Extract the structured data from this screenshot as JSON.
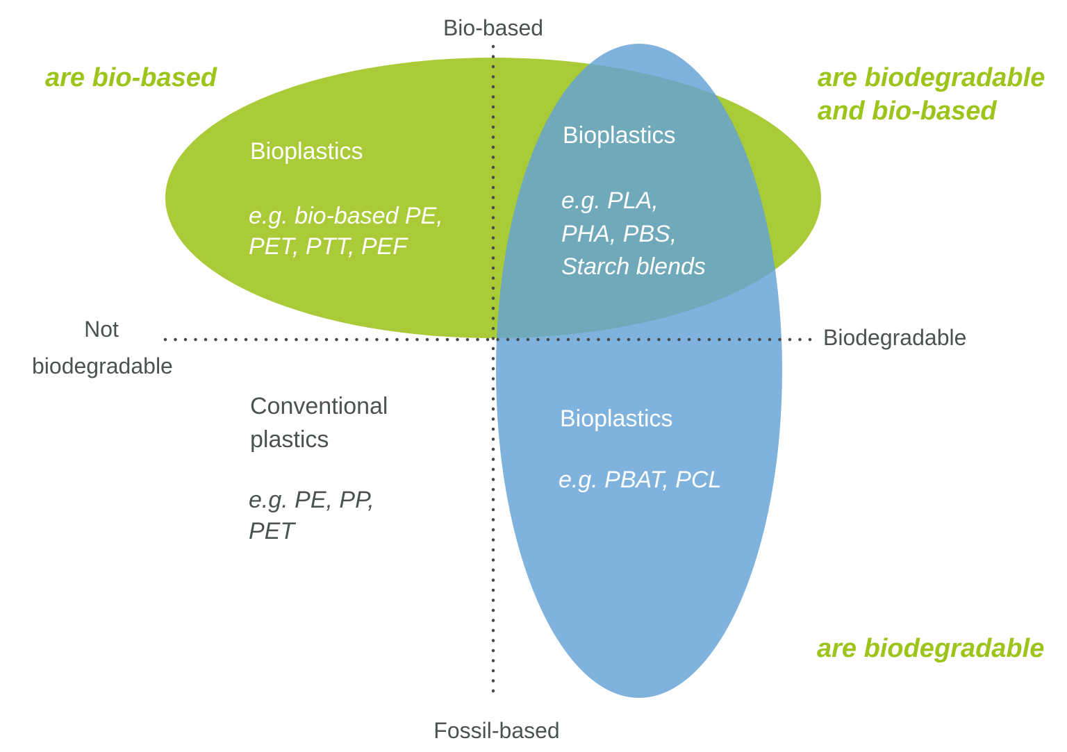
{
  "axis": {
    "top": "Bio-based",
    "bottom": "Fossil-based",
    "right": "Biodegradable",
    "left": [
      "Not",
      "biodegradable"
    ]
  },
  "callouts": {
    "top_left": [
      "are bio-based"
    ],
    "top_right": [
      "are biodegradable",
      "and bio-based"
    ],
    "bottom_right": [
      "are biodegradable"
    ]
  },
  "quadrants": {
    "bio_not_biodegradable": {
      "title": "Bioplastics",
      "examples": [
        "e.g. bio-based PE,",
        "PET, PTT, PEF"
      ]
    },
    "bio_biodegradable": {
      "title": "Bioplastics",
      "examples": [
        "e.g. PLA,",
        "PHA, PBS,",
        "Starch blends"
      ]
    },
    "fossil_biodegradable": {
      "title": "Bioplastics",
      "examples": [
        "e.g. PBAT, PCL"
      ]
    },
    "fossil_not_biodegradable": {
      "title": [
        "Conventional",
        "plastics"
      ],
      "examples": [
        "e.g. PE, PP,",
        "PET"
      ]
    }
  },
  "colors": {
    "green_shape": "#aacb38",
    "blue_shape_over_white": "#7fb2dd",
    "overlap_teal": "#71a9ba",
    "callout_green": "#9dc41b",
    "axis_text": "#4c5152",
    "dot_color": "#454a4a"
  }
}
